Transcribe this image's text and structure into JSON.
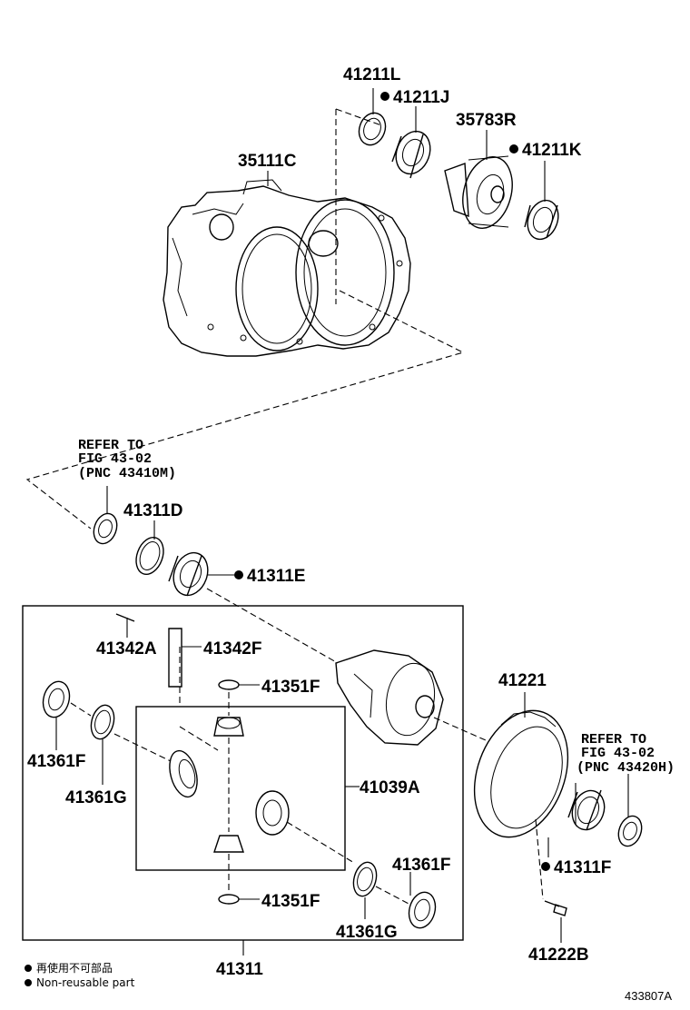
{
  "labels": {
    "p41211L": "41211L",
    "p41211J": "41211J",
    "p35783R": "35783R",
    "p41211K": "41211K",
    "p35111C": "35111C",
    "p41311D": "41311D",
    "p41311E": "41311E",
    "p41342A": "41342A",
    "p41342F": "41342F",
    "p41351F_top": "41351F",
    "p41361F_left": "41361F",
    "p41361G_left": "41361G",
    "p41039A": "41039A",
    "p41221": "41221",
    "p41311F": "41311F",
    "p41361F_right": "41361F",
    "p41361G_right": "41361G",
    "p41351F_bottom": "41351F",
    "p41222B": "41222B",
    "p41311": "41311"
  },
  "refs": {
    "left": [
      "REFER TO",
      "FIG 43-02",
      "(PNC 43410M)"
    ],
    "right": [
      "REFER TO",
      "FIG 43-02",
      "(PNC 43420H)"
    ]
  },
  "legend": {
    "jp": "再使用不可部品",
    "en": "Non-reusable part"
  },
  "figure_code": "433807A",
  "non_reusable_marked": [
    "41211J",
    "41211K",
    "41311E",
    "41311F"
  ]
}
